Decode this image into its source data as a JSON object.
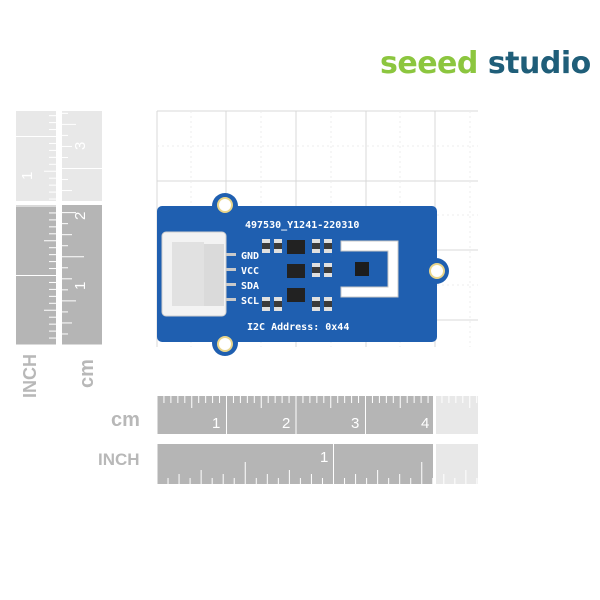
{
  "brand": {
    "part1": "seeed",
    "part2": " studio",
    "color1": "#8cc63f",
    "color2": "#1f5e79"
  },
  "board": {
    "id_text": "497530_Y1241-220310",
    "pins": [
      "GND",
      "VCC",
      "SDA",
      "SCL"
    ],
    "address_text": "I2C Address: 0x44",
    "color": "#1f5fb0"
  },
  "rulers": {
    "vertical_cm_label": "cm",
    "vertical_inch_label": "INCH",
    "vertical_cm_numbers": [
      "3",
      "2",
      "1"
    ],
    "vertical_inch_numbers": [
      "1"
    ],
    "horizontal_cm_label": "cm",
    "horizontal_cm_numbers": [
      "1",
      "2",
      "3",
      "4"
    ],
    "horizontal_inch_label": "INCH",
    "horizontal_inch_numbers": [
      "1"
    ]
  }
}
